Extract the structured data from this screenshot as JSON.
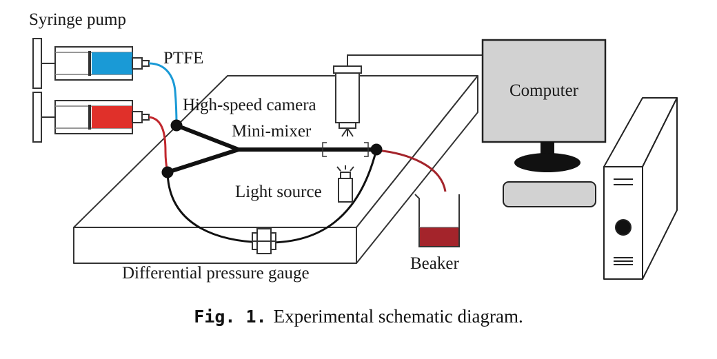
{
  "labels": {
    "syringe_pump": "Syringe pump",
    "ptfe": "PTFE",
    "high_speed_camera": "High-speed camera",
    "mini_mixer": "Mini-mixer",
    "light_source": "Light source",
    "differential_pressure_gauge": "Differential pressure gauge",
    "beaker": "Beaker",
    "computer": "Computer"
  },
  "caption": {
    "number": "Fig. 1.",
    "text": "Experimental schematic diagram."
  },
  "colors": {
    "fluid_blue": "#1a9ad6",
    "fluid_red": "#e0302a",
    "beaker_liquid": "#a4242b",
    "tube_red": "#c1272d",
    "computer_gray": "#d2d2d2",
    "outline": "#222222"
  }
}
